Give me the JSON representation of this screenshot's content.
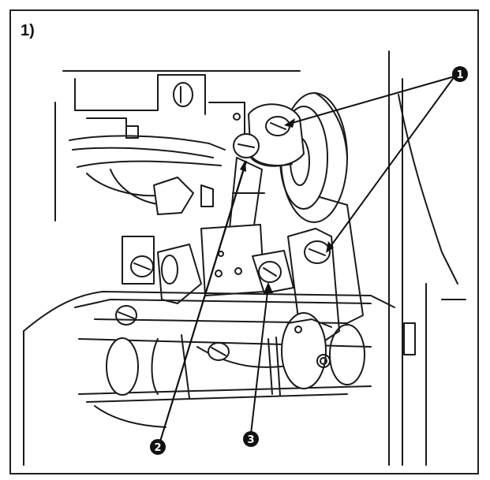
{
  "figure": {
    "step_label": "1)",
    "callouts": [
      {
        "id": "callout-1",
        "label": "1"
      },
      {
        "id": "callout-2",
        "label": "2"
      },
      {
        "id": "callout-3",
        "label": "3"
      }
    ]
  },
  "colors": {
    "line": "#1a1a1a",
    "fill": "#ffffff",
    "callout": "#111111"
  }
}
